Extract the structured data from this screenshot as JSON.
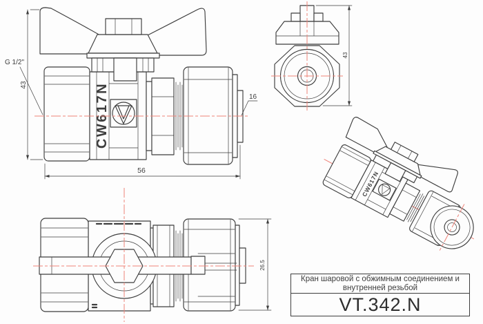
{
  "drawing": {
    "type": "technical-drawing",
    "colors": {
      "line": "#3d3d3d",
      "centerline": "#ef8278",
      "background": "#fdfdfd"
    },
    "dims": {
      "front_height": "43",
      "front_length": "56",
      "thread_label": "G 1/2\"",
      "pipe_od": "16",
      "end_height": "43",
      "nut_width": "26.5"
    },
    "markings": {
      "body_alloy": "CW617N",
      "logo_icon": "valtec-v-icon"
    }
  },
  "title_block": {
    "description_line1": "Кран шаровой с обжимным соединением и",
    "description_line2": "внутренней резьбой",
    "model": "VT.342.N"
  }
}
